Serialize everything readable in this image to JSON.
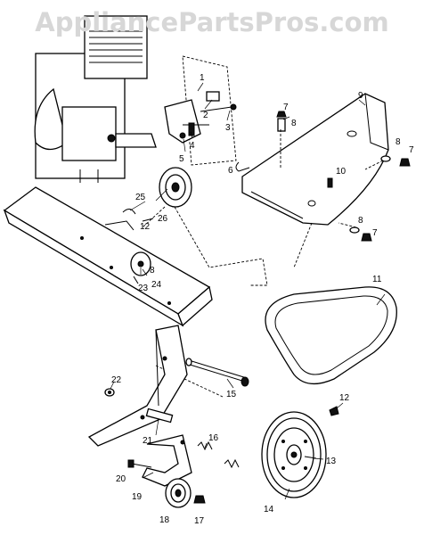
{
  "watermark": "AppliancePartsPros.com",
  "callouts": [
    {
      "id": "c1",
      "label": "1"
    },
    {
      "id": "c2",
      "label": "2"
    },
    {
      "id": "c3",
      "label": "3"
    },
    {
      "id": "c4",
      "label": "4"
    },
    {
      "id": "c5",
      "label": "5"
    },
    {
      "id": "c6",
      "label": "6"
    },
    {
      "id": "c7a",
      "label": "7"
    },
    {
      "id": "c7b",
      "label": "7"
    },
    {
      "id": "c7c",
      "label": "7"
    },
    {
      "id": "c8a",
      "label": "8"
    },
    {
      "id": "c8b",
      "label": "8"
    },
    {
      "id": "c8c",
      "label": "8"
    },
    {
      "id": "c8d",
      "label": "8"
    },
    {
      "id": "c9",
      "label": "9"
    },
    {
      "id": "c10",
      "label": "10"
    },
    {
      "id": "c11",
      "label": "11"
    },
    {
      "id": "c12a",
      "label": "12"
    },
    {
      "id": "c12b",
      "label": "12"
    },
    {
      "id": "c13",
      "label": "13"
    },
    {
      "id": "c14",
      "label": "14"
    },
    {
      "id": "c15",
      "label": "15"
    },
    {
      "id": "c16",
      "label": "16"
    },
    {
      "id": "c17",
      "label": "17"
    },
    {
      "id": "c18",
      "label": "18"
    },
    {
      "id": "c19",
      "label": "19"
    },
    {
      "id": "c20",
      "label": "20"
    },
    {
      "id": "c21",
      "label": "21"
    },
    {
      "id": "c22",
      "label": "22"
    },
    {
      "id": "c23",
      "label": "23"
    },
    {
      "id": "c24",
      "label": "24"
    },
    {
      "id": "c25",
      "label": "25"
    },
    {
      "id": "c26",
      "label": "26"
    }
  ]
}
